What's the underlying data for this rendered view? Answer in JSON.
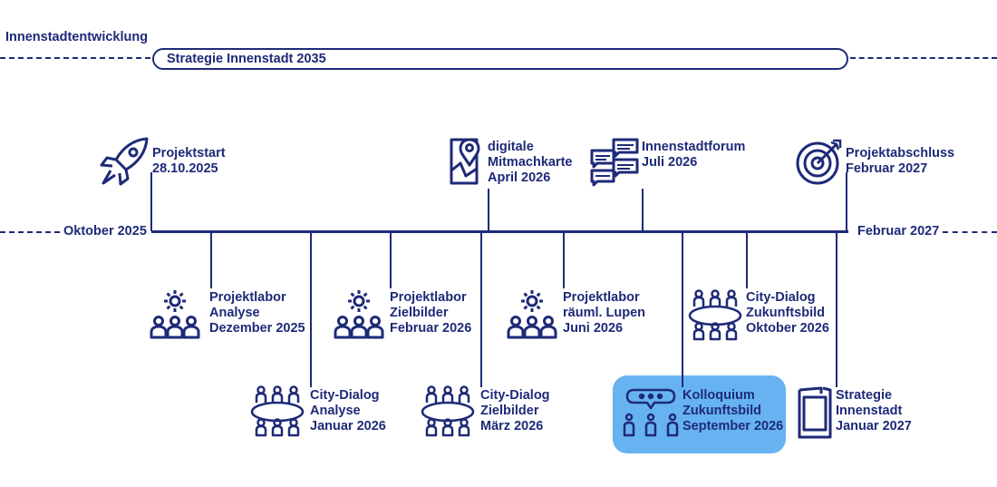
{
  "header": {
    "title": "Innenstadtentwicklung"
  },
  "strategy_bar": {
    "label": "Strategie Innenstadt 2035"
  },
  "timeline": {
    "start_label": "Oktober 2025",
    "end_label": "Februar 2027"
  },
  "milestones_above": [
    {
      "icon": "rocket-icon",
      "lines": [
        "Projektstart",
        "28.10.2025"
      ]
    },
    {
      "icon": "map-pin-icon",
      "lines": [
        "digitale",
        "Mitmachkarte",
        "April 2026"
      ]
    },
    {
      "icon": "chat-bubbles-icon",
      "lines": [
        "Innenstadtforum",
        "Juli 2026"
      ]
    },
    {
      "icon": "target-icon",
      "lines": [
        "Projektabschluss",
        "Februar 2027"
      ]
    }
  ],
  "events_row1": [
    {
      "icon": "gear-people-icon",
      "lines": [
        "Projektlabor",
        "Analyse",
        "Dezember 2025"
      ]
    },
    {
      "icon": "gear-people-icon",
      "lines": [
        "Projektlabor",
        "Zielbilder",
        "Februar 2026"
      ]
    },
    {
      "icon": "gear-people-icon",
      "lines": [
        "Projektlabor",
        "räuml. Lupen",
        "Juni 2026"
      ]
    },
    {
      "icon": "round-table-icon",
      "lines": [
        "City-Dialog",
        "Zukunftsbild",
        "Oktober 2026"
      ]
    }
  ],
  "events_row2": [
    {
      "icon": "round-table-icon",
      "lines": [
        "City-Dialog",
        "Analyse",
        "Januar 2026"
      ]
    },
    {
      "icon": "round-table-icon",
      "lines": [
        "City-Dialog",
        "Zielbilder",
        "März 2026"
      ]
    },
    {
      "icon": "colloquium-icon",
      "lines": [
        "Kolloquium",
        "Zukunftsbild",
        "September 2026"
      ],
      "highlight": true,
      "highlight_color": "#67b3f2"
    },
    {
      "icon": "document-icon",
      "lines": [
        "Strategie",
        "Innenstadt",
        "Januar 2027"
      ]
    }
  ],
  "colors": {
    "navy": "#1e2a78",
    "highlight": "#67b3f2"
  }
}
